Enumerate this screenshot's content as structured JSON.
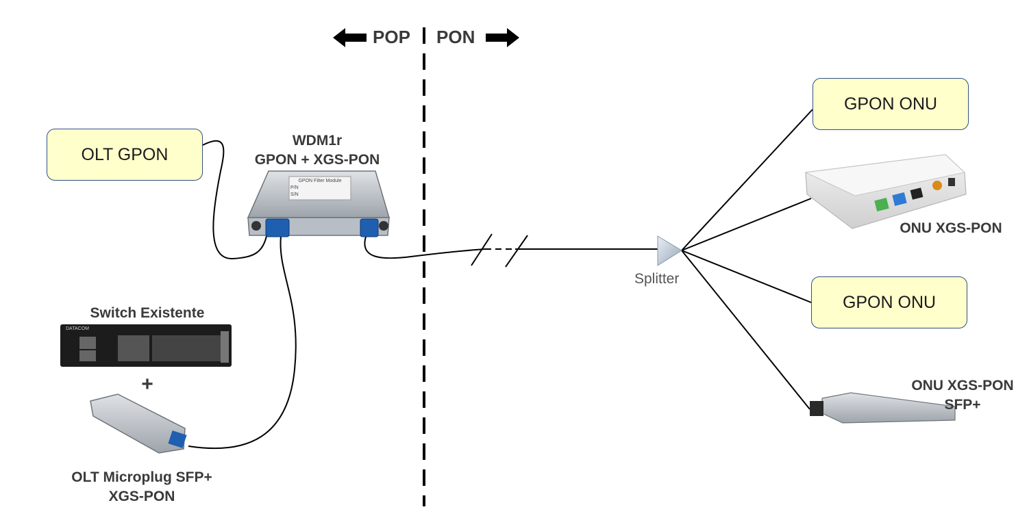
{
  "zones": {
    "left": "POP",
    "right": "PON"
  },
  "wdm": {
    "line1": "WDM1r",
    "line2": "GPON + XGS-PON",
    "module_title": "GPON Filter Module",
    "pn": "P/N",
    "sn": "S/N"
  },
  "olt_gpon": "OLT GPON",
  "switch": {
    "title": "Switch Existente",
    "brand": "DATACOM"
  },
  "plus": "+",
  "olt_sfp": {
    "line1": "OLT Microplug SFP+",
    "line2": "XGS-PON"
  },
  "splitter": "Splitter",
  "gpon_onu_top": "GPON ONU",
  "gpon_onu_bottom": "GPON ONU",
  "onu_xgs": "ONU XGS-PON",
  "onu_sfp": {
    "line1": "ONU XGS-PON",
    "line2": "SFP+"
  },
  "colors": {
    "box_fill": "#ffffcc",
    "box_border": "#2f4f7f",
    "connector_blue": "#1f5fb0",
    "text": "#3a3a3a"
  }
}
